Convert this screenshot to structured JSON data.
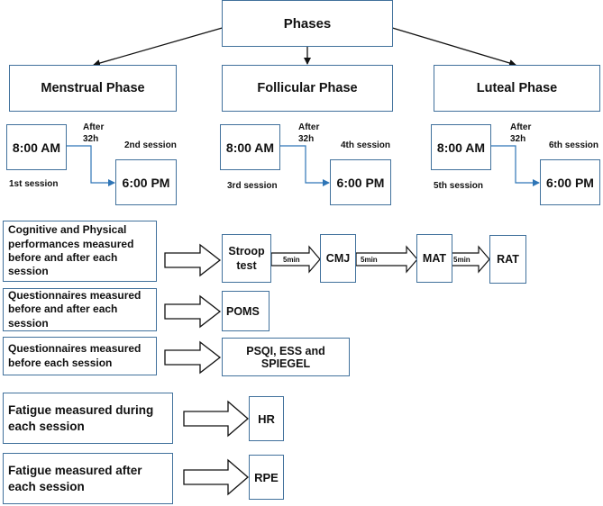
{
  "top": {
    "title": "Phases"
  },
  "phases": [
    {
      "name": "Menstrual Phase",
      "start_time": "8:00 AM",
      "delay": "After\n32h",
      "end_time": "6:00 PM",
      "first_session": "1st session",
      "second_session": "2nd session"
    },
    {
      "name": "Follicular Phase",
      "start_time": "8:00 AM",
      "delay": "After\n32h",
      "end_time": "6:00 PM",
      "first_session": "3rd session",
      "second_session": "4th session"
    },
    {
      "name": "Luteal Phase",
      "start_time": "8:00 AM",
      "delay": "After\n32h",
      "end_time": "6:00 PM",
      "first_session": "5th session",
      "second_session": "6th session"
    }
  ],
  "measures": [
    {
      "label": "Cognitive and Physical performances measured before and after each session",
      "tests": [
        "Stroop test",
        "CMJ",
        "MAT",
        "RAT"
      ],
      "gaps": [
        "5min",
        "5min",
        "5min"
      ]
    },
    {
      "label": "Questionnaires measured before and after each session",
      "tests": [
        "POMS"
      ]
    },
    {
      "label": "Questionnaires measured before each session",
      "tests": [
        "PSQI, ESS and SPIEGEL"
      ]
    },
    {
      "label": "Fatigue measured during each session",
      "tests": [
        "HR"
      ]
    },
    {
      "label": "Fatigue measured after each session",
      "tests": [
        "RPE"
      ]
    }
  ],
  "colors": {
    "box_border": "#41719c",
    "line": "#2e75b6",
    "arrow_outline": "#111111",
    "text": "#111111"
  }
}
